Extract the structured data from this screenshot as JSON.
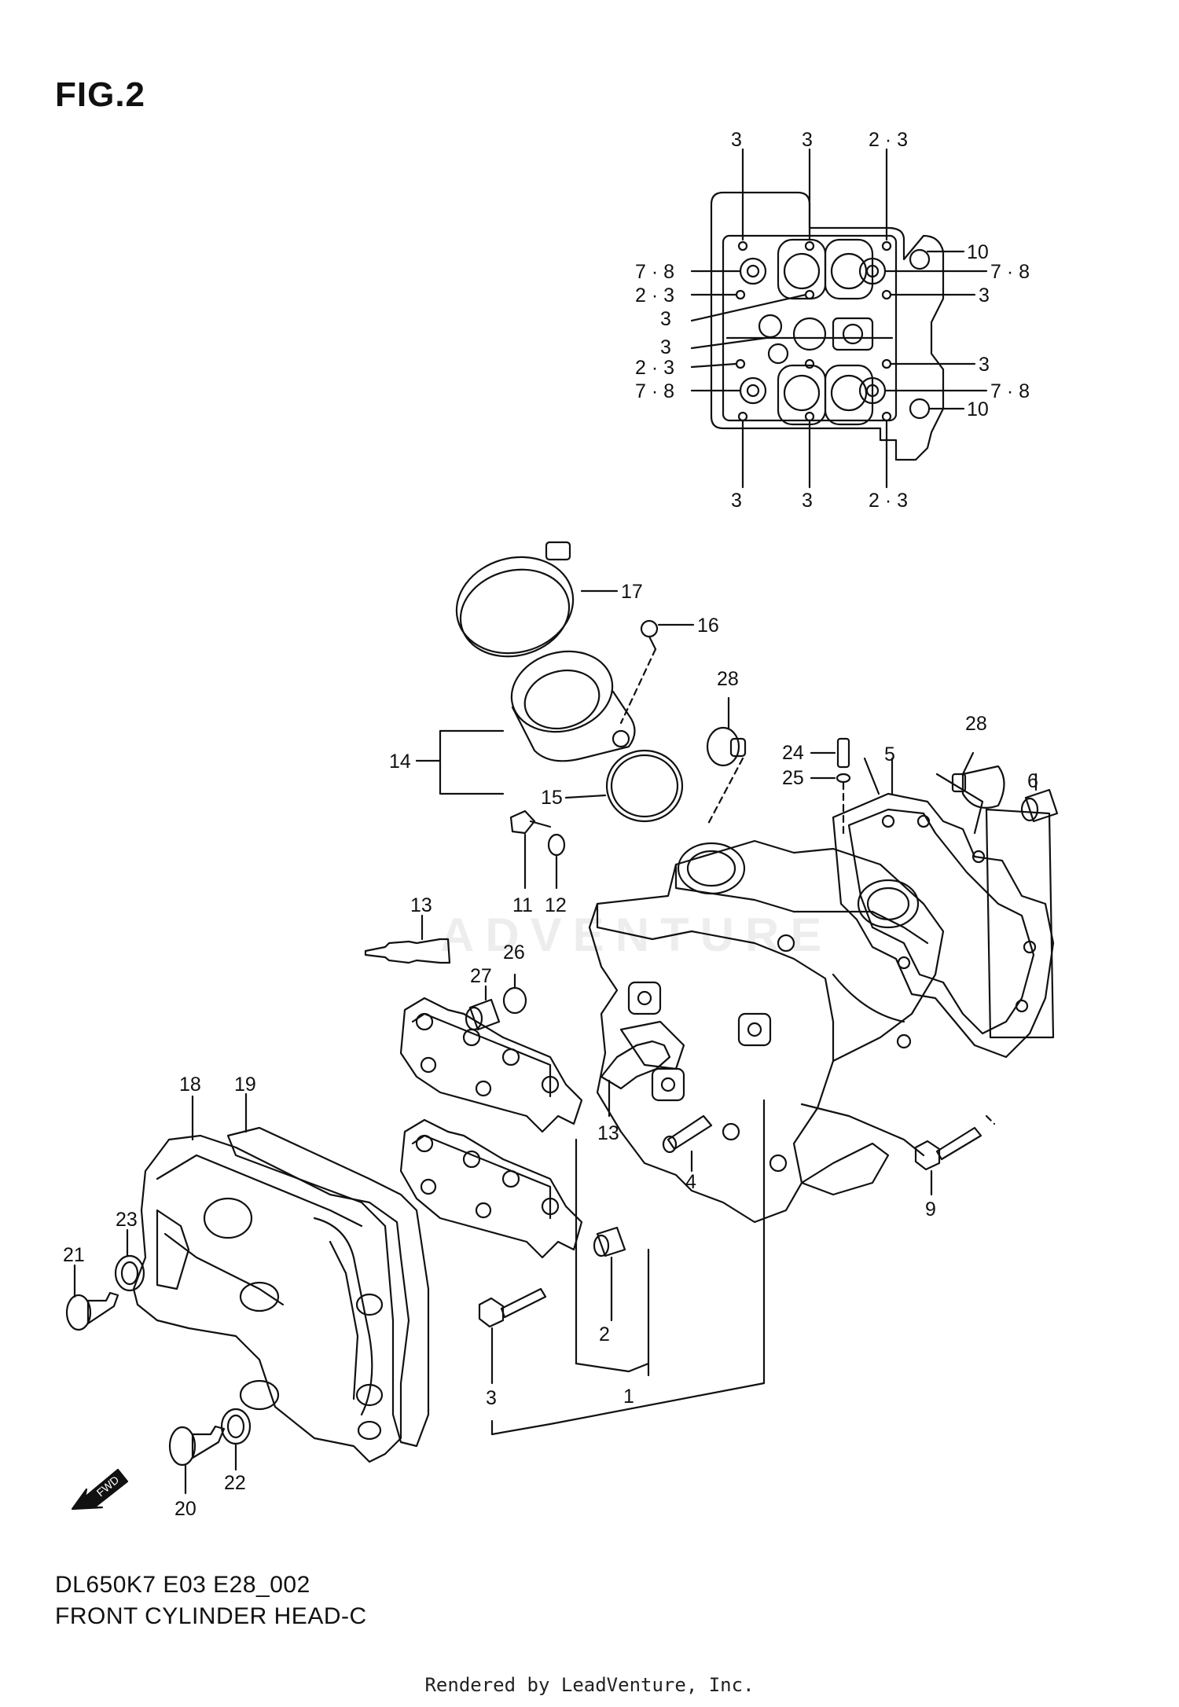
{
  "figure": {
    "title": "FIG.2",
    "model_code": "DL650K7  E03  E28_002",
    "name": "FRONT CYLINDER HEAD-C",
    "footer": "Rendered by LeadVenture, Inc.",
    "watermark": "ADVENTURE"
  },
  "direction_marker": "FWD",
  "callouts": {
    "top_3a": "3",
    "top_3b": "3",
    "top_23a": "2 · 3",
    "l_78a": "7 · 8",
    "l_23a": "2 · 3",
    "l_3a": "3",
    "l_3b": "3",
    "l_23b": "2 · 3",
    "l_78b": "7 · 8",
    "r_10a": "10",
    "r_78a": "7 · 8",
    "r_3a": "3",
    "r_3b": "3",
    "r_78b": "7 · 8",
    "r_10b": "10",
    "bot_3a": "3",
    "bot_3b": "3",
    "bot_23": "2 · 3",
    "p17": "17",
    "p16": "16",
    "p28a": "28",
    "p28b": "28",
    "p24": "24",
    "p25": "25",
    "p5": "5",
    "p6": "6",
    "p14": "14",
    "p15": "15",
    "p11": "11",
    "p12": "12",
    "p13a": "13",
    "p26": "26",
    "p27": "27",
    "p13b": "13",
    "p4": "4",
    "p9": "9",
    "p18": "18",
    "p19": "19",
    "p23": "23",
    "p21": "21",
    "p2": "2",
    "p3": "3",
    "p1": "1",
    "p22": "22",
    "p20": "20"
  }
}
